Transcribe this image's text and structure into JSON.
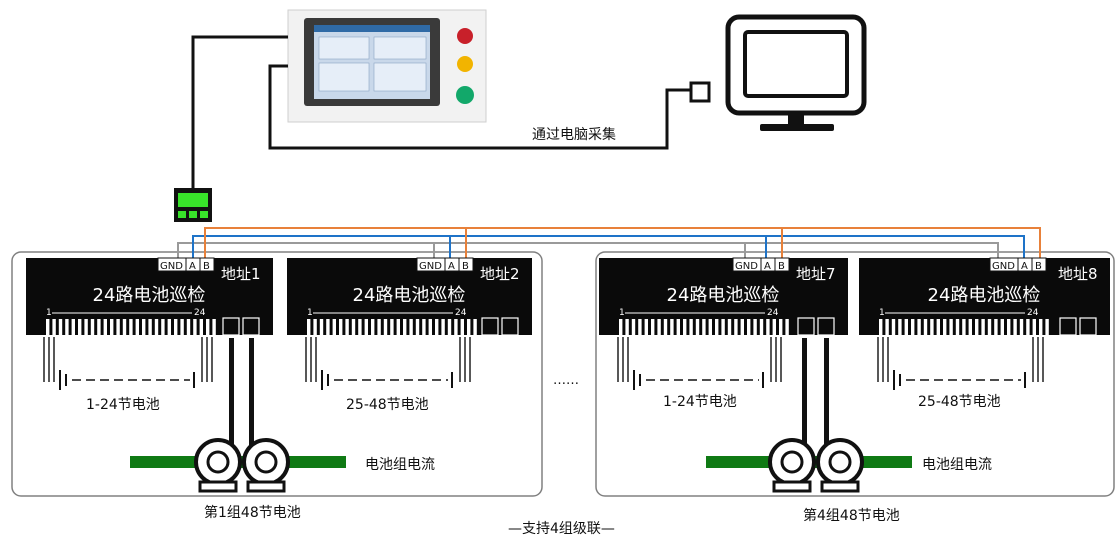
{
  "top": {
    "pc_caption": "通过电脑采集"
  },
  "modules": [
    {
      "title": "24路电池巡检",
      "address": "地址1",
      "scale_start": "1",
      "scale_end": "24"
    },
    {
      "title": "24路电池巡检",
      "address": "地址2",
      "scale_start": "1",
      "scale_end": "24"
    },
    {
      "title": "24路电池巡检",
      "address": "地址7",
      "scale_start": "1",
      "scale_end": "24"
    },
    {
      "title": "24路电池巡检",
      "address": "地址8",
      "scale_start": "1",
      "scale_end": "24"
    }
  ],
  "terminals": {
    "gnd": "GND",
    "a": "A",
    "b": "B"
  },
  "battery_labels": [
    "1-24节电池",
    "25-48节电池",
    "1-24节电池",
    "25-48节电池"
  ],
  "current_label": "电池组电流",
  "ellipsis": "……",
  "group_labels": [
    "第1组48节电池",
    "第4组48节电池"
  ],
  "footer": "—支持4组级联—",
  "colors": {
    "bus_gray": "#9a9a9a",
    "bus_blue": "#1e73c8",
    "bus_orange": "#e8813a",
    "green": "#0f7a14"
  }
}
